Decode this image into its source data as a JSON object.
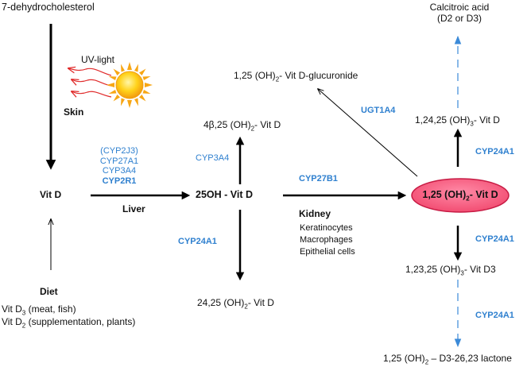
{
  "nodes": {
    "dehydro": "7-dehydrocholesterol",
    "uv": "UV-light",
    "skin": "Skin",
    "vitd": "Vit D",
    "liver": "Liver",
    "enz_liver": [
      "(CYP2J3)",
      "CYP27A1",
      "CYP3A4",
      "CYP2R1"
    ],
    "diet": "Diet",
    "diet_line1_a": "Vit D",
    "diet_line1_sub": "3",
    "diet_line1_b": " (meat, fish)",
    "diet_line2_a": "Vit D",
    "diet_line2_sub": "2",
    "diet_line2_b": " (supplementation, plants)",
    "oh25": "25OH - Vit  D",
    "beta_a": "4β,25 (OH)",
    "beta_sub": "2",
    "beta_b": "- Vit D",
    "cyp3a4": "CYP3A4",
    "cyp24a1_left": "CYP24A1",
    "d2425_a": "24,25 (OH)",
    "d2425_sub": "2",
    "d2425_b": "- Vit D",
    "gluc_a": "1,25 (OH)",
    "gluc_sub": "2",
    "gluc_b": "- Vit D-glucuronide",
    "ugt": "UGT1A4",
    "cyp27b1": "CYP27B1",
    "kidney": "Kidney",
    "kidney_cells": [
      "Keratinocytes",
      "Macrophages",
      "Epithelial cells"
    ],
    "active_a": "1,25 (OH)",
    "active_sub": "2",
    "active_b": "- Vit D",
    "calcitroic_1": "Calcitroic acid",
    "calcitroic_2": "(D2 or D3)",
    "d12425_a": "1,24,25 (OH)",
    "d12425_sub": "3",
    "d12425_b": "- Vit D",
    "cyp24a1_r1": "CYP24A1",
    "cyp24a1_r2": "CYP24A1",
    "d12325_a": "1,23,25 (OH)",
    "d12325_sub": "3",
    "d12325_b": "- Vit D3",
    "cyp24a1_r3": "CYP24A1",
    "lactone_a": "1,25 (OH)",
    "lactone_sub": "2",
    "lactone_b": " – D3-26,23 lactone"
  },
  "colors": {
    "enzyme_blue": "#2f80cf",
    "dashed_blue": "#3b8ad8",
    "ellipse_fill": "#f4557a",
    "uv_red": "#e02a2a",
    "sun_yellow": "#ffd21a",
    "sun_orange": "#f7a614"
  }
}
